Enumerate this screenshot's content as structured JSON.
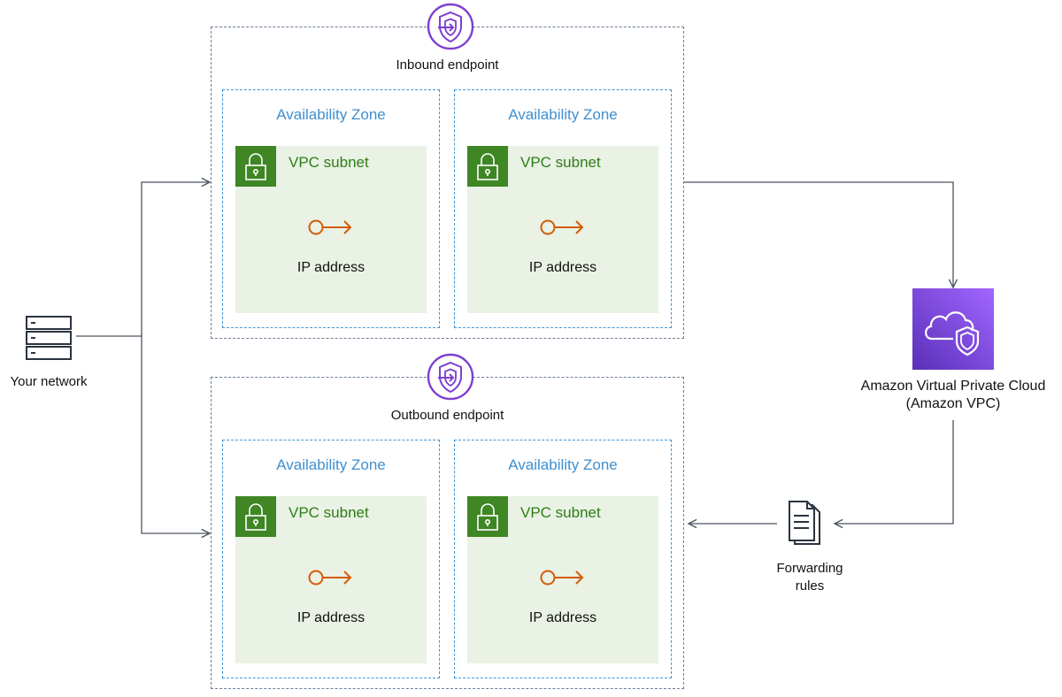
{
  "your_network": {
    "label": "Your network",
    "icon": "server-icon"
  },
  "inbound": {
    "label": "Inbound endpoint",
    "icon": "resolver-endpoint-icon",
    "zones": [
      {
        "zone_label": "Availability Zone",
        "subnet_label": "VPC subnet",
        "ip_label": "IP address"
      },
      {
        "zone_label": "Availability Zone",
        "subnet_label": "VPC subnet",
        "ip_label": "IP address"
      }
    ]
  },
  "outbound": {
    "label": "Outbound endpoint",
    "icon": "resolver-endpoint-icon",
    "zones": [
      {
        "zone_label": "Availability Zone",
        "subnet_label": "VPC subnet",
        "ip_label": "IP address"
      },
      {
        "zone_label": "Availability Zone",
        "subnet_label": "VPC subnet",
        "ip_label": "IP address"
      }
    ]
  },
  "vpc": {
    "label_line1": "Amazon Virtual Private Cloud",
    "label_line2": "(Amazon VPC)",
    "icon": "vpc-cloud-shield-icon"
  },
  "forwarding": {
    "label_line1": "Forwarding",
    "label_line2": "rules",
    "icon": "document-icon"
  },
  "colors": {
    "endpoint_border": "#6b7f95",
    "zone_border": "#3f95d6",
    "zone_text": "#3f8fcf",
    "subnet_fill": "#e9f2e4",
    "subnet_green": "#3f8624",
    "ip_orange": "#d45b07",
    "endpoint_purple": "#7d3fd1",
    "vpc_gradient_top": "#9f5cf0",
    "vpc_gradient_bottom": "#5a2fb8",
    "connector": "#4a5561"
  }
}
